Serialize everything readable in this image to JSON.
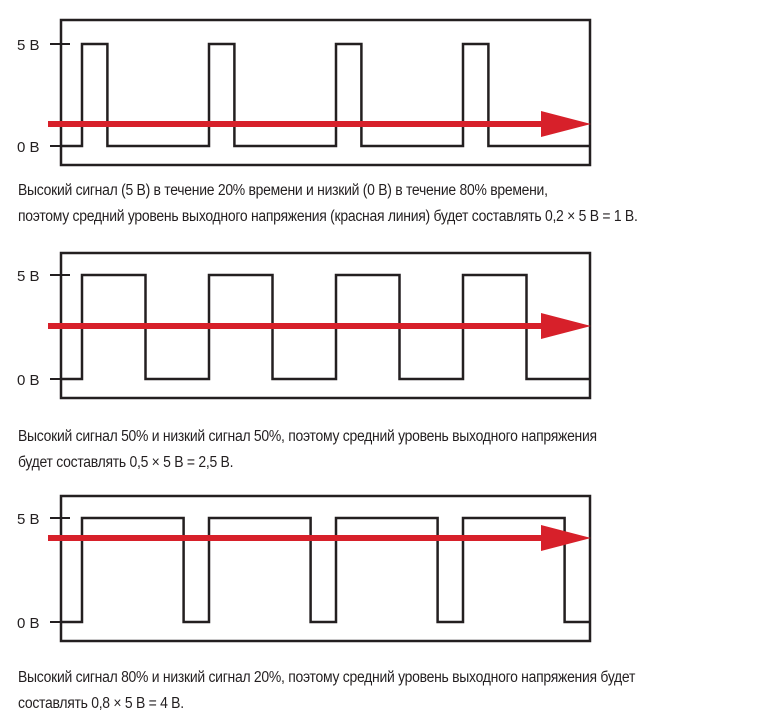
{
  "colors": {
    "signal": "#231f20",
    "average_line": "#d7202a",
    "frame": "#231f20"
  },
  "panels": [
    {
      "y_high_label": "5 В",
      "y_low_label": "0 В",
      "duty_cycle": 0.2,
      "periods": 4,
      "caption": [
        "Высокий сигнал (5 В) в течение 20% времени и низкий (0 В) в течение 80% времени,",
        "поэтому средний уровень выходного напряжения (красная линия) будет составлять 0,2 × 5 В = 1 В."
      ]
    },
    {
      "y_high_label": "5 В",
      "y_low_label": "0 В",
      "duty_cycle": 0.5,
      "periods": 4,
      "caption": [
        "Высокий сигнал 50% и низкий сигнал 50%, поэтому средний уровень выходного напряжения",
        "будет составлять 0,5 × 5 В = 2,5 В."
      ]
    },
    {
      "y_high_label": "5 В",
      "y_low_label": "0 В",
      "duty_cycle": 0.8,
      "periods": 4,
      "caption": [
        "Высокий сигнал 80% и низкий сигнал 20%, поэтому средний уровень выходного напряжения будет",
        "составлять 0,8 × 5 В = 4 В."
      ]
    }
  ]
}
